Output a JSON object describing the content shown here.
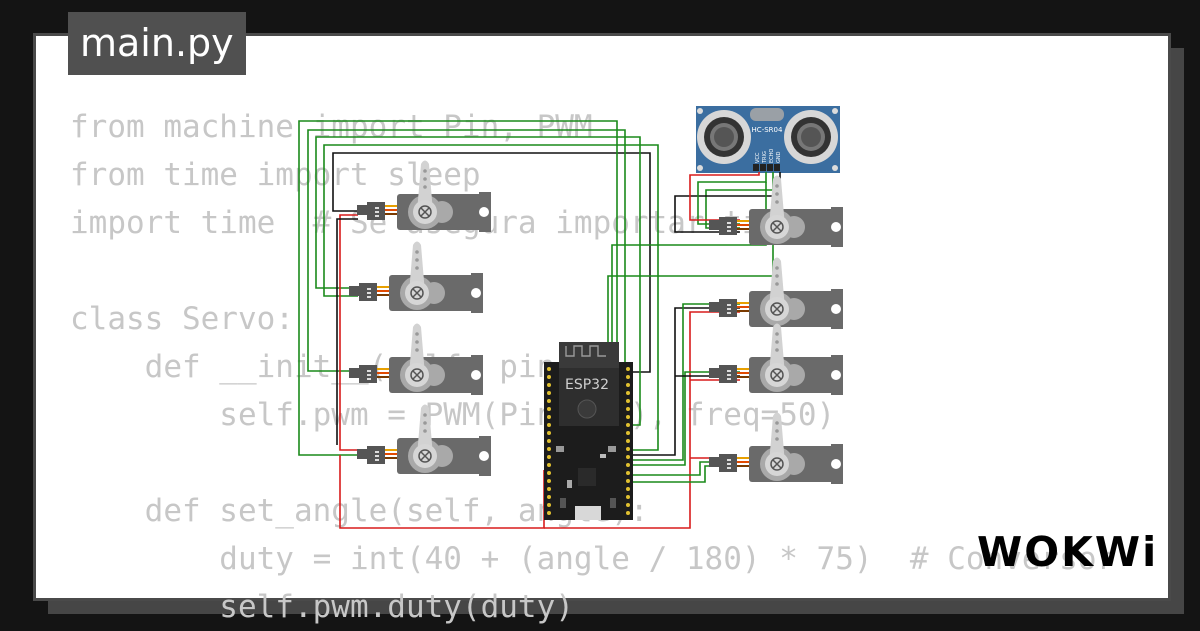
{
  "title": "main.py",
  "code_lines": [
    "from machine import Pin, PWM",
    "from time import sleep",
    "import time  # Se asegura importar time",
    "",
    "class Servo:",
    "    def __init__(self, pin):",
    "        self.pwm = PWM(Pin(pin), freq=50)",
    "",
    "    def set_angle(self, angle):",
    "        duty = int(40 + (angle / 180) * 75)  # Conversor",
    "        self.pwm.duty(duty)"
  ],
  "board_label": "ESP32",
  "sensor_label": "HC-SR04",
  "sensor_pins": [
    "VCC",
    "TRIG",
    "ECHO",
    "GND"
  ],
  "brand": "WOKWi",
  "colors": {
    "page_bg": "#141414",
    "card_bg": "#ffffff",
    "title_bg": "#505050",
    "wire_green": "#1a8a1a",
    "wire_red": "#d81c1c",
    "wire_black": "#111111",
    "servo_body": "#6a6a6a",
    "sensor_board": "#3b6ea0"
  }
}
